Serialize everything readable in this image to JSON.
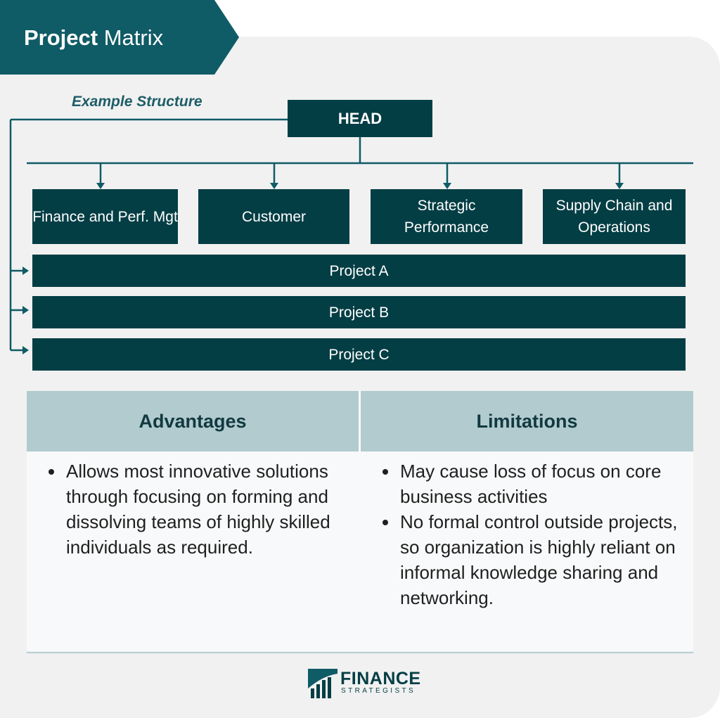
{
  "header": {
    "title_bold": "Project",
    "title_rest": " Matrix"
  },
  "diagram": {
    "caption": "Example Structure",
    "head": "HEAD",
    "departments": [
      "Finance and Perf. Mgt",
      "Customer",
      "Strategic Performance",
      "Supply Chain and Operations"
    ],
    "projects": [
      "Project A",
      "Project B",
      "Project C"
    ]
  },
  "table": {
    "advantages": {
      "heading": "Advantages",
      "items": [
        "Allows most innovative solutions through focusing on forming and dissolving teams of highly skilled individuals as required."
      ]
    },
    "limitations": {
      "heading": "Limitations",
      "items": [
        "May cause loss of focus on core business activities",
        "No formal control outside projects, so organization is highly reliant on informal knowledge sharing and networking."
      ]
    }
  },
  "brand": {
    "name": "FINANCE",
    "sub": "STRATEGISTS"
  },
  "colors": {
    "dark_teal": "#043e45",
    "banner_teal": "#0f5b66",
    "header_cell": "#b2cbcf",
    "panel": "#f1f1f1"
  }
}
